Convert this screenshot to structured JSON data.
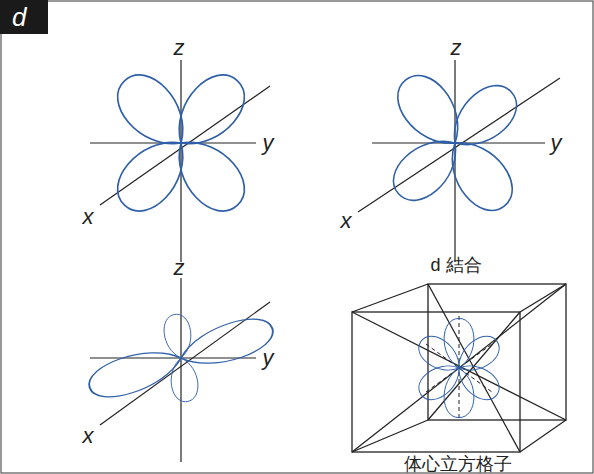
{
  "diagram": {
    "nodes": [
      {
        "text": [
          "d"
        ]
      }
    ],
    "labels": [
      "z",
      "y",
      "x",
      "z",
      "y",
      "x",
      "z",
      "y",
      "x",
      "d 結合",
      "体心立方格子"
    ]
  }
}
